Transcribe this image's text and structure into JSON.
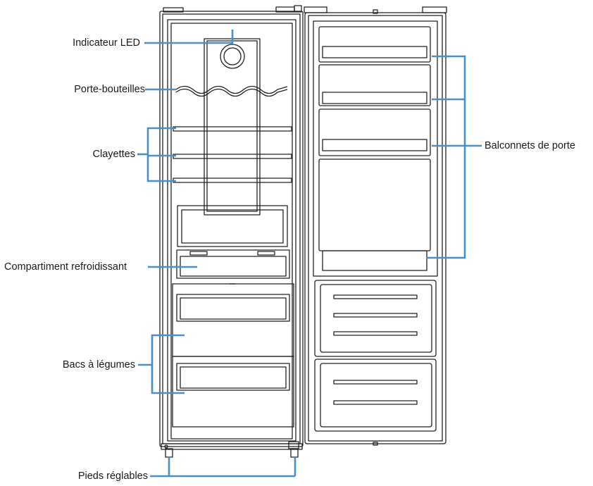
{
  "labels": {
    "led": "Indicateur LED",
    "bottle_rack": "Porte-bouteilles",
    "shelves": "Clayettes",
    "chiller": "Compartiment refroidissant",
    "crispers": "Bacs à légumes",
    "feet": "Pieds réglables",
    "door_balconies": "Balconnets de porte"
  },
  "colors": {
    "leader": "#4a90c8",
    "outline": "#222222",
    "text": "#1a1a1a"
  }
}
